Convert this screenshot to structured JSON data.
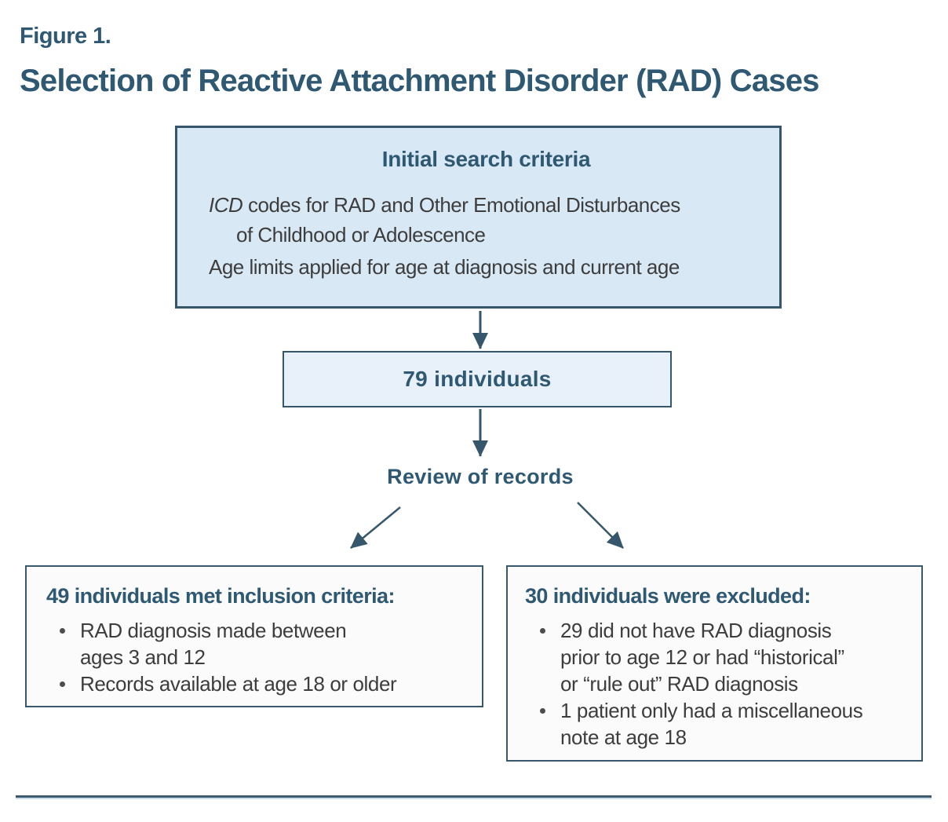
{
  "page": {
    "figure_label": "Figure 1.",
    "title": "Selection of Reactive Attachment Disorder (RAD) Cases"
  },
  "flowchart": {
    "initial_box": {
      "heading": "Initial search criteria",
      "item1_italic": "ICD",
      "item1_rest": " codes for RAD and Other Emotional Disturbances\nof Childhood or Adolescence",
      "item2": "Age limits applied for age at diagnosis and current age"
    },
    "count_box": {
      "label": "79 individuals"
    },
    "review_label": "Review of records",
    "included_box": {
      "heading": "49 individuals met inclusion criteria:",
      "bullets": [
        "RAD diagnosis made between\nages 3 and 12",
        "Records available at age 18 or older"
      ]
    },
    "excluded_box": {
      "heading": "30 individuals were excluded:",
      "bullets": [
        "29 did not have RAD diagnosis\nprior to age 12 or had “historical”\nor “rule out” RAD diagnosis",
        "1 patient only had a miscellaneous\nnote at age 18"
      ]
    }
  },
  "colors": {
    "teal_text": "#2f5972",
    "box_border": "#35566b",
    "initial_box_fill": "#d9e8f5",
    "count_box_fill": "#e8f1f9",
    "panel_fill": "#fbfbfb",
    "body_text": "#3d3d3d",
    "arrow": "#35566b",
    "rule_dark": "#3d5a6e",
    "rule_light": "#c9dbe9"
  }
}
